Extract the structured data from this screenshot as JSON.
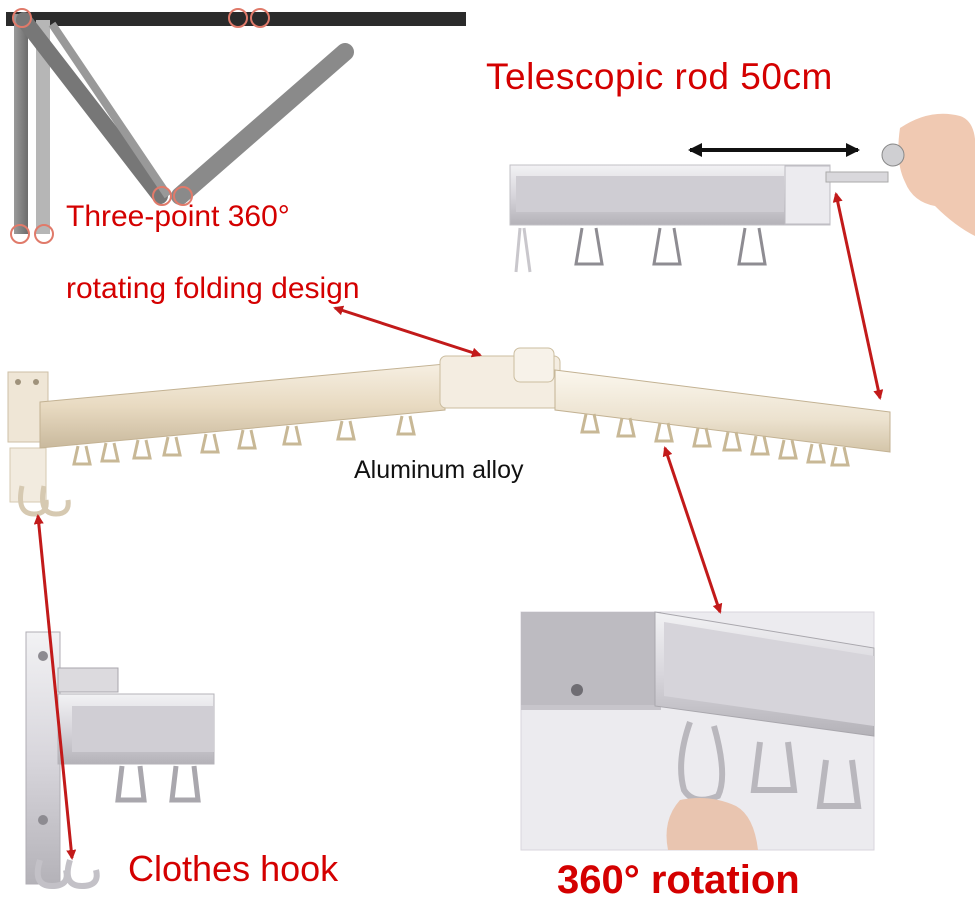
{
  "labels": {
    "telescopic": "Telescopic rod 50cm",
    "three_point": "Three-point 360°",
    "rotating_folding": "rotating folding design",
    "aluminum": "Aluminum alloy",
    "clothes_hook": "Clothes hook",
    "rotation": "360° rotation"
  },
  "colors": {
    "annotation_red": "#d40000",
    "arrow_red": "#c21a1a",
    "rail_champagne": "#e9dcc4",
    "diagram_gray": "#7a7a7a"
  }
}
